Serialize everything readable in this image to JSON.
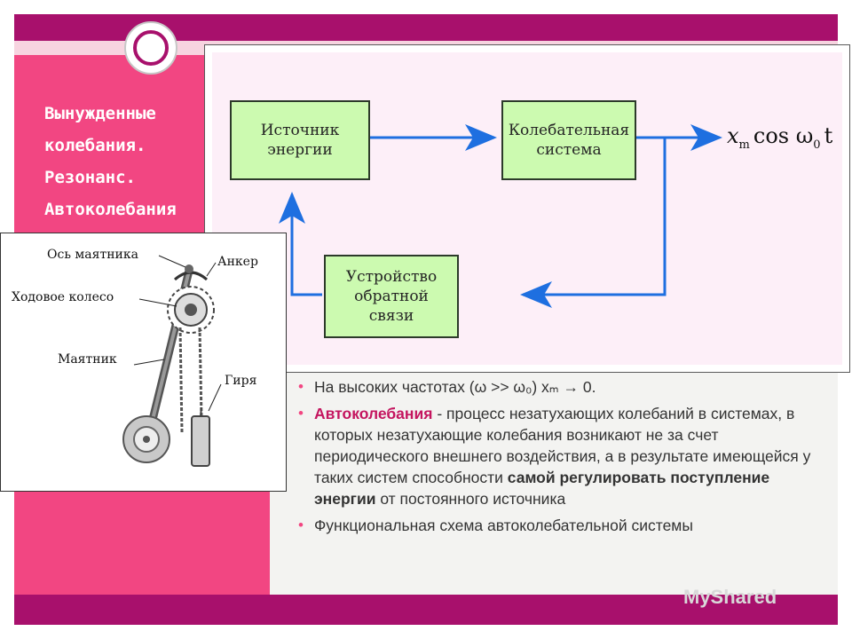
{
  "slide": {
    "title": "Вынужденные\nколебания.\nРезонанс.\nАвтоколебания"
  },
  "diagram": {
    "source_block": "Источник\nэнергии",
    "oscillating_block": "Колебательная\nсистема",
    "feedback_block": "Устройство\nобратной\nсвязи",
    "output_label": "x",
    "output_subscript": "m",
    "output_function": "cos ω",
    "output_omega_subscript": "0",
    "output_variable": "t",
    "arrow_color": "#1e6fe0",
    "block_fill": "#ccfab0"
  },
  "pendulum": {
    "labels": {
      "axis": "Ось маятника",
      "anchor": "Анкер",
      "wheel": "Ходовое колесо",
      "pendulum": "Маятник",
      "weight": "Гиря"
    }
  },
  "body": {
    "bullet1_cut": "На высоких частотах (ω >> ω₀) xₘ → 0.",
    "bullet2_term": "Автоколебания",
    "bullet2_part1": " - процесс незатухающих колебаний в системах, в которых незатухающие колебания возникают не за счет периодического внешнего воздействия, а в результате имеющейся у таких систем способности ",
    "bullet2_bold": "самой регулировать поступление энергии",
    "bullet2_part2": " от постоянного источника",
    "bullet3": "Функциональная схема автоколебательной системы"
  },
  "watermark": "MyShared",
  "colors": {
    "band": "#a8106c",
    "panel": "#f24682",
    "accent_text": "#c4155f"
  }
}
